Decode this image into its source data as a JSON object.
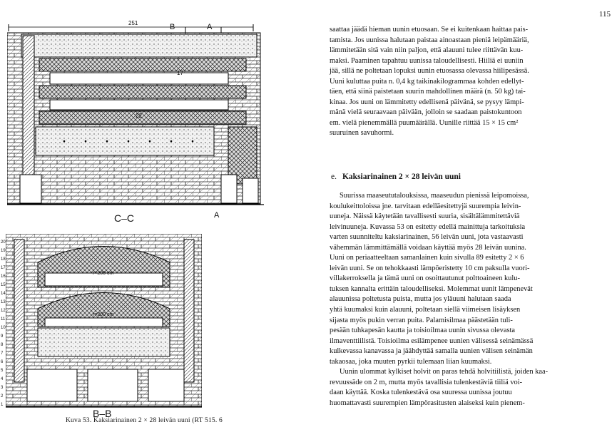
{
  "left_page": {
    "figure_top_section_label": "C–C",
    "figure_bottom_section_label": "B–B",
    "top_dimension": "251",
    "marker_b": "B",
    "marker_a": "A",
    "dim_17": "17",
    "dim_22": "22",
    "dim_200_a": "r=200 cm",
    "dim_200_b": "r=200 cm",
    "course_numbers": [
      "20",
      "19",
      "18",
      "17",
      "16",
      "15",
      "14",
      "13",
      "12",
      "11",
      "10",
      "9",
      "8",
      "7",
      "6",
      "5",
      "4",
      "3",
      "2",
      "1"
    ],
    "caption": "Kuva 53. Kaksiarinainen 2 × 28 leivän uuni (RT 515. 6"
  },
  "right_page": {
    "page_number": "115",
    "top_paragraph_lines": [
      "saattaa jäädä hieman uunin etuosaan. Se ei kuitenkaan haittaa pais-",
      "tamista. Jos uunissa halutaan paistaa ainoastaan pieniä leipämääriä,",
      "lämmitetään sitä vain niin paljon, että alauuni tulee riittävän kuu-",
      "maksi. Paaminen tapahtuu uunissa taloudellisesti. Hiiliä ei uuniin",
      "jää, sillä ne poltetaan lopuksi uunin etuosassa olevassa hiilipesässä.",
      "Uuni kuluttaa puita n. 0,4 kg taikinakilogrammaa kohden edellyt-",
      "täen, että siinä paistetaan suurin mahdollinen määrä (n. 50 kg) tai-",
      "kinaa. Jos uuni on lämmitetty edellisenä päivänä, se pysyy lämpi-",
      "mänä vielä seuraavaan päivään, jolloin se saadaan paistokuntoon",
      "em. vielä pienemmällä puumäärällä. Uunille riittää 15 × 15 cm²",
      "suuruinen savuhormi."
    ],
    "section_number": "e.",
    "section_title": "Kaksiarinainen 2 × 28 leivän uuni",
    "main_paragraph_lines": [
      "Suurissa maaseututalouksissa, maaseudun pienissä leipomoissa,",
      "koulukeittoloissa jne. tarvitaan edelläesitettyjä suurempia leivin-",
      "uuneja. Näissä käytetään tavallisesti suuria, sisältälämmitettäviä",
      "leivinuuneja. Kuvassa 53 on esitetty edellä mainittuja tarkoituksia",
      "varten suunniteltu kaksiarinainen, 56 leivän uuni, jota vastaavasti",
      "vähemmän lämmittämällä voidaan käyttää myös 28 leivän uunina.",
      "Uuni on periaatteeltaan samanlainen kuin sivulla 89 esitetty 2 × 6",
      "leivän uuni. Se on tehokkaasti lämpöeristetty 10 cm paksulla vuori-",
      "villakerroksella ja tämä uuni on osoittautunut polttoaineen kulu-",
      "tuksen kannalta erittäin taloudelliseksi. Molemmat uunit lämpenevät",
      "alauunissa poltetusta puista, mutta jos yläuuni halutaan saada",
      "yhtä kuumaksi kuin alauuni, poltetaan siellä viimeisen lisäyksen",
      "sijasta myös pukin verran puita. Palamisilmaa päästetään tuli-",
      "pesään tuhkapesän kautta ja toisioilmaa uunin sivussa olevasta",
      "ilmaventtiilistä. Toisioilma esilämpenee uunien välisessä seinämässä",
      "kulkevassa kanavassa ja jäähdyttää samalla uunien välisen seinämän",
      "takaosaa, joka muuten pyrkii tulemaan liian kuumaksi."
    ],
    "last_paragraph_lines": [
      "Uunin ulommat kylkiset holvit on paras tehdä holvitiilistä, joiden kaa-",
      "revuussäde on 2 m, mutta myös tavallisia tulenkestäviä tiiliä voi-",
      "daan käyttää. Koska tulenkestävä osa suuressa uunissa joutuu",
      "huomattavasti suurempien lämpörasitusten alaiseksi kuin pienem-"
    ]
  }
}
